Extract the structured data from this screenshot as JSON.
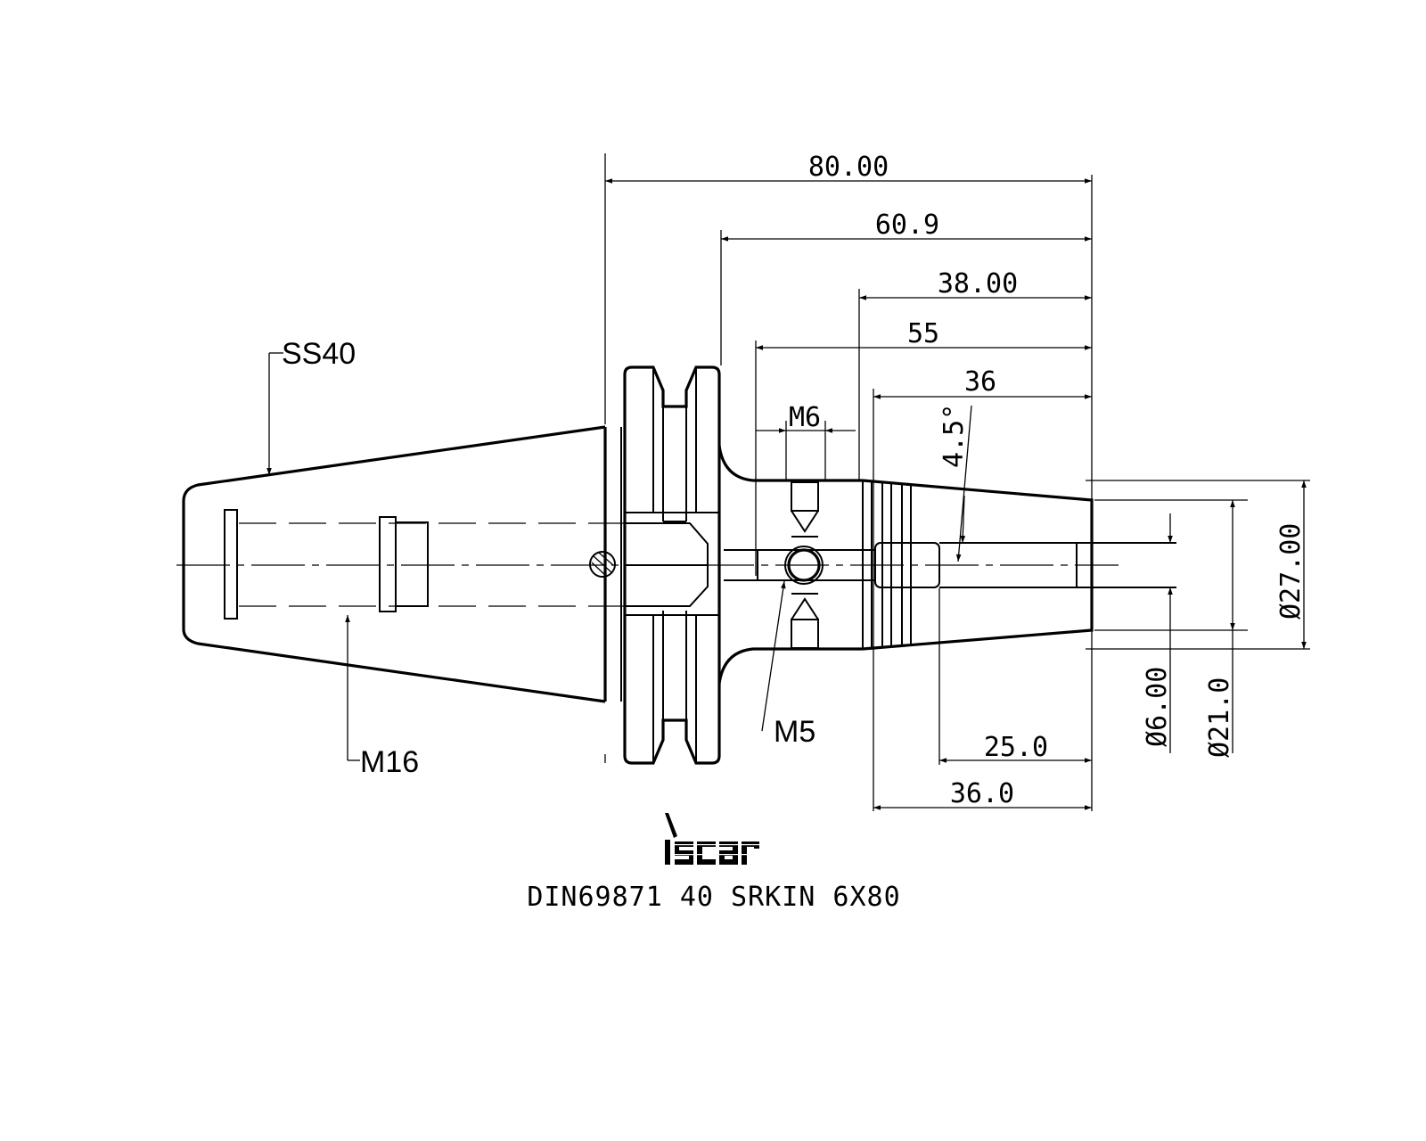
{
  "dimensions": {
    "overall_length": "80.00",
    "length_60": "60.9",
    "length_38": "38.00",
    "length_55": "55",
    "length_36_top": "36",
    "angle": "4.5°",
    "thread_m6": "M6",
    "thread_m5": "M5",
    "thread_m16": "M16",
    "taper": "SS40",
    "dia_27": "Ø27.00",
    "dia_21": "Ø21.0",
    "dia_6": "Ø6.00",
    "length_25": "25.0",
    "length_36_bottom": "36.0"
  },
  "logo": {
    "brand": "iscar"
  },
  "caption": "DIN69871 40 SRKIN 6X80"
}
